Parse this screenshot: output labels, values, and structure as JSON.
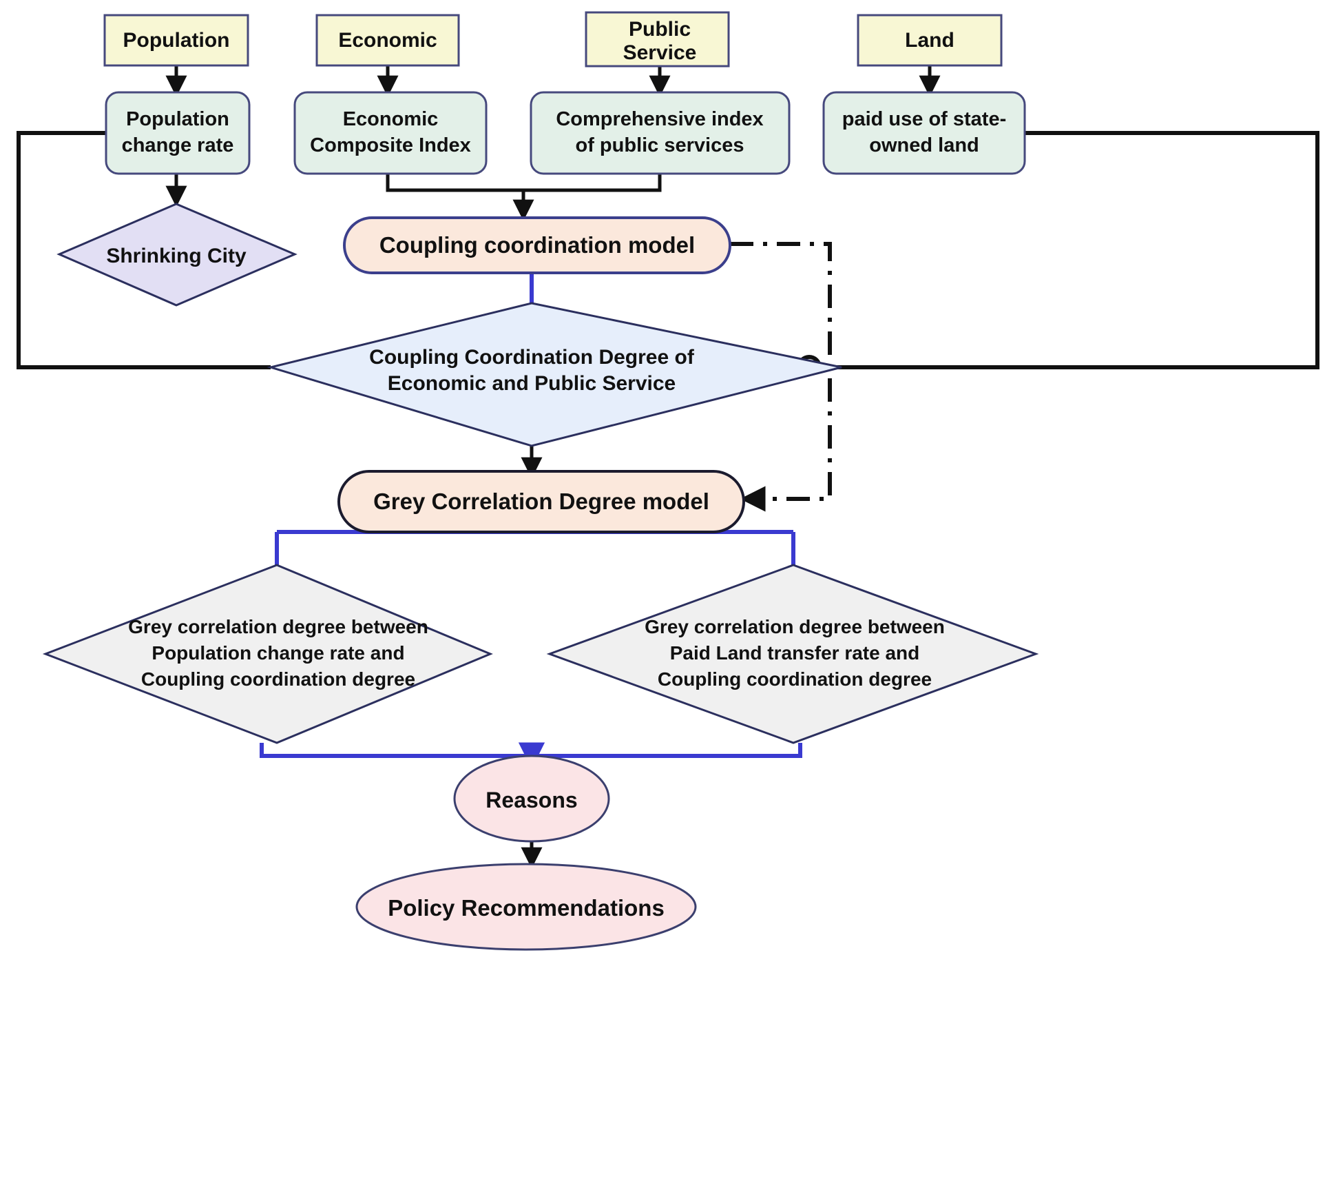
{
  "diagram": {
    "title": "Research framework flowchart: coupling coordination and grey correlation analysis",
    "colors": {
      "source_box_fill": "#f8f7d4",
      "source_box_stroke": "#46497d",
      "indicator_box_fill": "#e3f0e8",
      "indicator_box_stroke": "#46497d",
      "model_box_fill": "#fbe8dc",
      "model_box_stroke": "#3b3f8c",
      "decision_purple_fill": "#e2dff4",
      "decision_blue_fill": "#e6eefb",
      "decision_grey_fill": "#f0f0f0",
      "decision_stroke": "#2b2f5e",
      "ellipse_fill": "#fbe4e6",
      "ellipse_stroke": "#3b3f6e",
      "connector_black": "#111111",
      "connector_blue": "#3a3ad0"
    },
    "sources": [
      {
        "id": "population",
        "label": "Population"
      },
      {
        "id": "economic",
        "label": "Economic"
      },
      {
        "id": "public-service",
        "label": "Public\nService"
      },
      {
        "id": "land",
        "label": "Land"
      }
    ],
    "indicators": [
      {
        "id": "population-change-rate",
        "label": "Population\nchange rate"
      },
      {
        "id": "economic-composite-index",
        "label": "Economic\nComposite Index"
      },
      {
        "id": "public-service-index",
        "label": "Comprehensive index\nof public services"
      },
      {
        "id": "paid-use-land",
        "label": "paid use of state-\nowned land"
      }
    ],
    "models": [
      {
        "id": "coupling-coordination-model",
        "label": "Coupling coordination model"
      },
      {
        "id": "grey-correlation-degree-model",
        "label": "Grey Correlation Degree model"
      }
    ],
    "decisions": [
      {
        "id": "shrinking-city",
        "label": "Shrinking City"
      },
      {
        "id": "coupling-coordination-degree",
        "label": "Coupling Coordination Degree of\nEconomic and Public Service"
      },
      {
        "id": "grey-degree-population",
        "label": "Grey correlation degree between\nPopulation change rate and\nCoupling coordination degree"
      },
      {
        "id": "grey-degree-land",
        "label": "Grey correlation degree between\nPaid Land transfer rate and\nCoupling coordination degree"
      }
    ],
    "outcomes": [
      {
        "id": "reasons",
        "label": "Reasons"
      },
      {
        "id": "policy-recommendations",
        "label": "Policy Recommendations"
      }
    ],
    "source_lines": {
      "population": [
        "Population"
      ],
      "economic": [
        "Economic"
      ],
      "public-service": [
        "Public",
        "Service"
      ],
      "land": [
        "Land"
      ]
    },
    "indicator_lines": {
      "population-change-rate": [
        "Population",
        "change rate"
      ],
      "economic-composite-index": [
        "Economic",
        "Composite Index"
      ],
      "public-service-index": [
        "Comprehensive index",
        "of public services"
      ],
      "paid-use-land": [
        "paid use of state-",
        "owned land"
      ]
    },
    "decision_lines": {
      "shrinking-city": [
        "Shrinking City"
      ],
      "coupling-coordination-degree": [
        "Coupling Coordination Degree of",
        "Economic and Public Service"
      ],
      "grey-degree-population": [
        "Grey correlation degree between",
        "Population change rate and",
        "Coupling coordination degree"
      ],
      "grey-degree-land": [
        "Grey correlation degree between",
        "Paid Land transfer rate and",
        "Coupling coordination degree"
      ]
    },
    "edges": [
      {
        "id": "population-to-rate",
        "style": "solid-black-arrow"
      },
      {
        "id": "economic-to-index",
        "style": "solid-black-arrow"
      },
      {
        "id": "public-service-to-index",
        "style": "solid-black-arrow"
      },
      {
        "id": "land-to-paid-use",
        "style": "solid-black-arrow"
      },
      {
        "id": "rate-to-shrinking-city",
        "style": "solid-black-arrow"
      },
      {
        "id": "economic-public-to-coupling-model",
        "style": "solid-black-arrow"
      },
      {
        "id": "coupling-model-to-degree",
        "style": "solid-blue"
      },
      {
        "id": "rate-left-loop-to-degree",
        "style": "solid-black"
      },
      {
        "id": "paid-use-right-loop-to-degree",
        "style": "solid-black-with-hop"
      },
      {
        "id": "degree-to-grey-model",
        "style": "solid-black-arrow"
      },
      {
        "id": "coupling-model-to-grey-model",
        "style": "dash-dot-black-arrow"
      },
      {
        "id": "grey-model-to-left-diamond",
        "style": "solid-blue"
      },
      {
        "id": "grey-model-to-right-diamond",
        "style": "solid-blue"
      },
      {
        "id": "diamonds-to-reasons",
        "style": "solid-blue-arrow"
      },
      {
        "id": "reasons-to-policy",
        "style": "solid-black-arrow"
      }
    ]
  }
}
